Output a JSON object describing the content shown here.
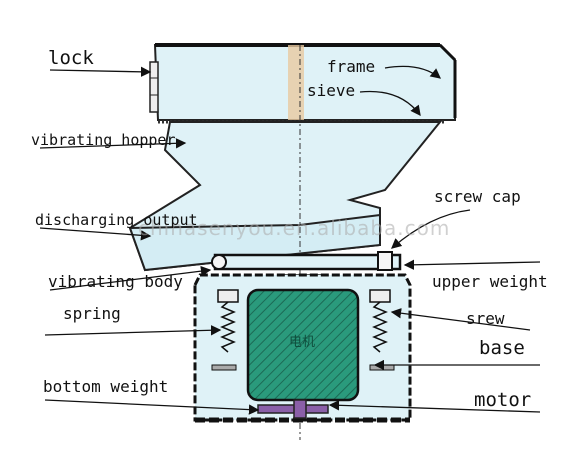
{
  "labels": {
    "lock": "lock",
    "frame": "frame",
    "sieve": "sieve",
    "vibrating_hopper": "vibrating hopper",
    "discharging_output": "discharging output",
    "screw_cap": "screw cap",
    "vibrating_body": "vibrating body",
    "upper_weight": "upper weight",
    "spring": "spring",
    "srew": "srew",
    "base": "base",
    "bottom_weight": "bottom weight",
    "motor": "motor"
  },
  "motor_text": "电机",
  "watermark": "chinasenyou.en.alibaba.com",
  "colors": {
    "fill": "#dff2f7",
    "motor": "#2a9a7c",
    "outline": "#222222",
    "weight": "#8a5fa8",
    "sieve_strip": "#e8c9a0"
  }
}
